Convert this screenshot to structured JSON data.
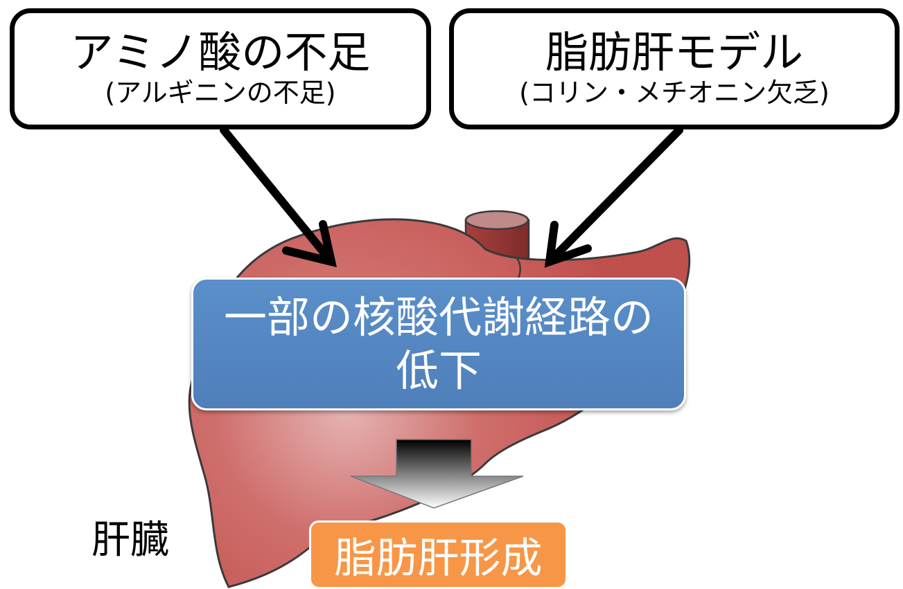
{
  "inputs": {
    "left": {
      "title": "アミノ酸の不足",
      "subtitle": "(アルギニンの不足)"
    },
    "right": {
      "title": "脂肪肝モデル",
      "subtitle": "(コリン・メチオニン欠乏)"
    }
  },
  "process": {
    "label": "一部の核酸代謝経路の低下"
  },
  "result": {
    "label": "脂肪肝形成"
  },
  "organ": {
    "label": "肝臓"
  },
  "colors": {
    "liver": "#c0504d",
    "liver_outline": "#3a3a3a",
    "process_fill": "#4f81bd",
    "result_fill": "#f79646",
    "arrow": "#000000"
  }
}
